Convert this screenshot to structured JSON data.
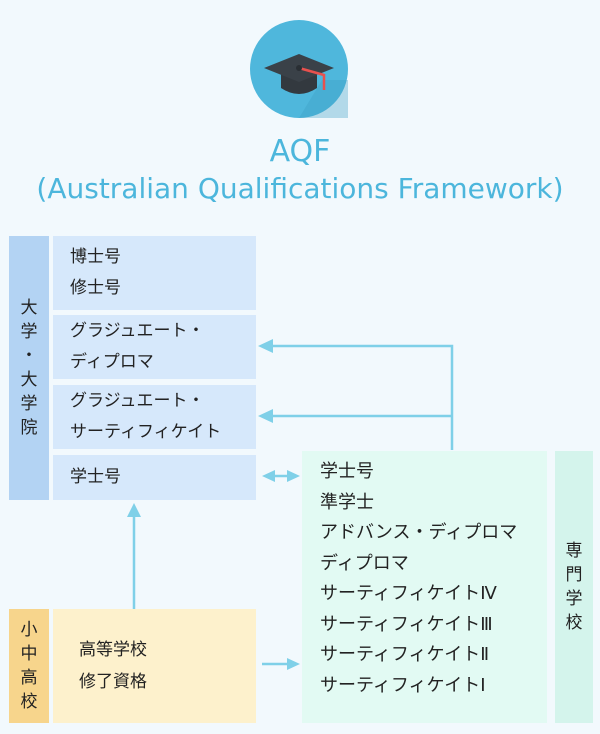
{
  "header": {
    "logo_icon": "graduation-cap-icon",
    "title_line1": "AQF",
    "title_line2": "(Australian Qualifications Framework)"
  },
  "university": {
    "label_chars": [
      "大",
      "学",
      "・",
      "大",
      "学",
      "院"
    ],
    "doctor": [
      "博士号",
      "修士号"
    ],
    "graduate_diploma": [
      "グラジュエート・",
      "ディプロマ"
    ],
    "graduate_certificate": [
      "グラジュエート・",
      "サーティフィケイト"
    ],
    "bachelor": "学士号"
  },
  "school": {
    "label_chars": [
      "小",
      "中",
      "高",
      "校"
    ],
    "lines": [
      "高等学校",
      "修了資格"
    ]
  },
  "vocational": {
    "label_chars": [
      "専",
      "門",
      "学",
      "校"
    ],
    "items": [
      "学士号",
      "準学士",
      "アドバンス・ディプロマ",
      "ディプロマ",
      "サーティフィケイトⅣ",
      "サーティフィケイトⅢ",
      "サーティフィケイトⅡ",
      "サーティフィケイトⅠ"
    ]
  },
  "colors": {
    "accent": "#4cb6dc",
    "arrow": "#7fd0e8",
    "university_label": "#b3d3f3",
    "university_pane": "#d6e8fb",
    "school_label": "#f7d58c",
    "school_pane": "#fdf1cc",
    "vocational_label": "#d4f4ec",
    "vocational_pane": "#e2faf3"
  }
}
